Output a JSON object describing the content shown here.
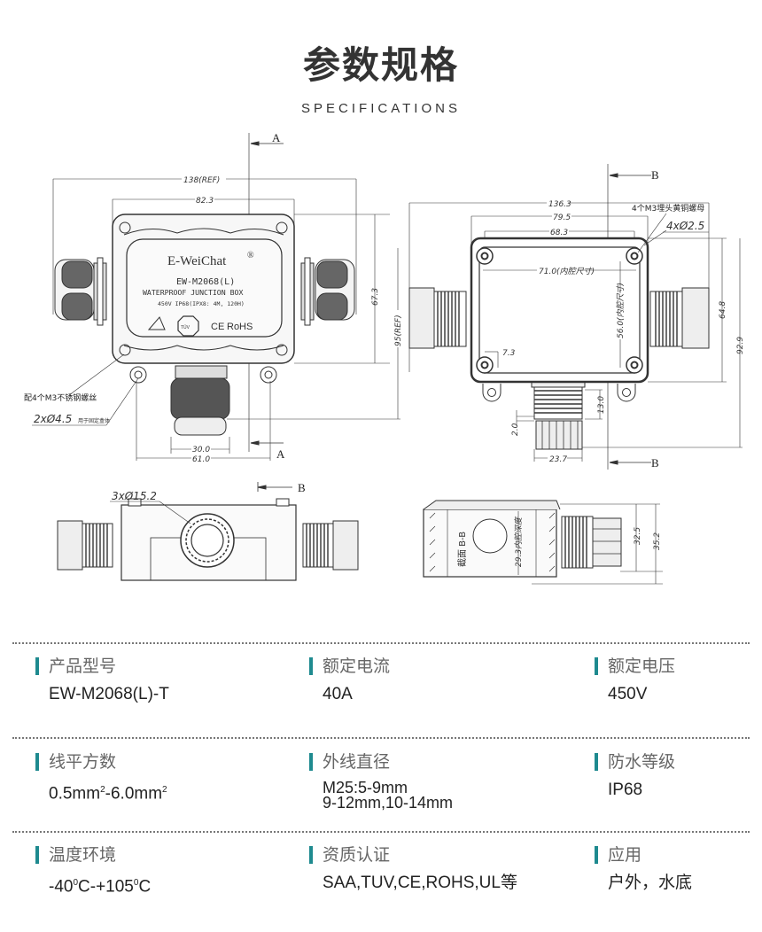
{
  "header": {
    "title": "参数规格",
    "subtitle": "SPECIFICATIONS",
    "accent_color": "#1e8a8f"
  },
  "drawing": {
    "top_view": {
      "brand": "E-WeiChat",
      "registered_mark": "®",
      "model": "EW-M2068(L)",
      "product_name": "WATERPROOF JUNCTION BOX",
      "rating": "450V   IP68(IPX8: 4M, 120H)",
      "cert_marks": [
        "SAA",
        "TÜV",
        "CE",
        "RoHS"
      ],
      "tuv_label": "TÜV",
      "ce_label": "CE",
      "rohs_label": "RoHS",
      "section_label": "A",
      "dims": {
        "overall_width": "138(REF)",
        "body_width": "82.3",
        "body_height": "67.3",
        "overall_height": "95(REF)",
        "gland_width": "30.0",
        "mount_spacing": "61.0"
      },
      "notes": {
        "screws": "配4个M3不锈钢螺丝",
        "mount_holes": "2xØ4.5",
        "mount_holes_suffix": "用于固定盒体"
      }
    },
    "inner_view": {
      "section_label": "B",
      "dims": {
        "overall_width": "136.3",
        "outer_width": "79.5",
        "hole_spacing": "68.3",
        "inner_width": "71.0(内腔尺寸)",
        "inner_height": "56.0(内腔尺寸)",
        "corner": "7.3",
        "body_height": "64.8",
        "overall_height": "92.9",
        "thread_length": "13.0",
        "step": "2.0",
        "gland_width": "23.7"
      },
      "notes": {
        "nuts": "4个M3埋头黄铜螺母",
        "holes": "4xØ2.5"
      }
    },
    "side_view": {
      "holes": "3xØ15.2",
      "section_label": "B"
    },
    "section_view": {
      "section_title": "截面  B-B",
      "dims": {
        "inner_depth": "29.3内腔深度",
        "depth": "32.5",
        "overall_depth": "35.2"
      }
    }
  },
  "specs": [
    [
      {
        "label": "产品型号",
        "value": "EW-M2068(L)-T"
      },
      {
        "label": "额定电流",
        "value": "40A"
      },
      {
        "label": "额定电压",
        "value": "450V"
      }
    ],
    [
      {
        "label": "线平方数",
        "value_parts": [
          "0.5mm",
          "2",
          "-6.0mm",
          "2"
        ]
      },
      {
        "label": "外线直径",
        "value_lines": [
          "M25:5-9mm",
          "9-12mm,10-14mm"
        ]
      },
      {
        "label": "防水等级",
        "value": "IP68"
      }
    ],
    [
      {
        "label": "温度环境",
        "value_parts": [
          "-40",
          "0",
          "C-+105",
          "0",
          "C"
        ]
      },
      {
        "label": "资质认证",
        "value": "SAA,TUV,CE,ROHS,UL等"
      },
      {
        "label": "应用",
        "value": "户外，水底"
      }
    ]
  ]
}
